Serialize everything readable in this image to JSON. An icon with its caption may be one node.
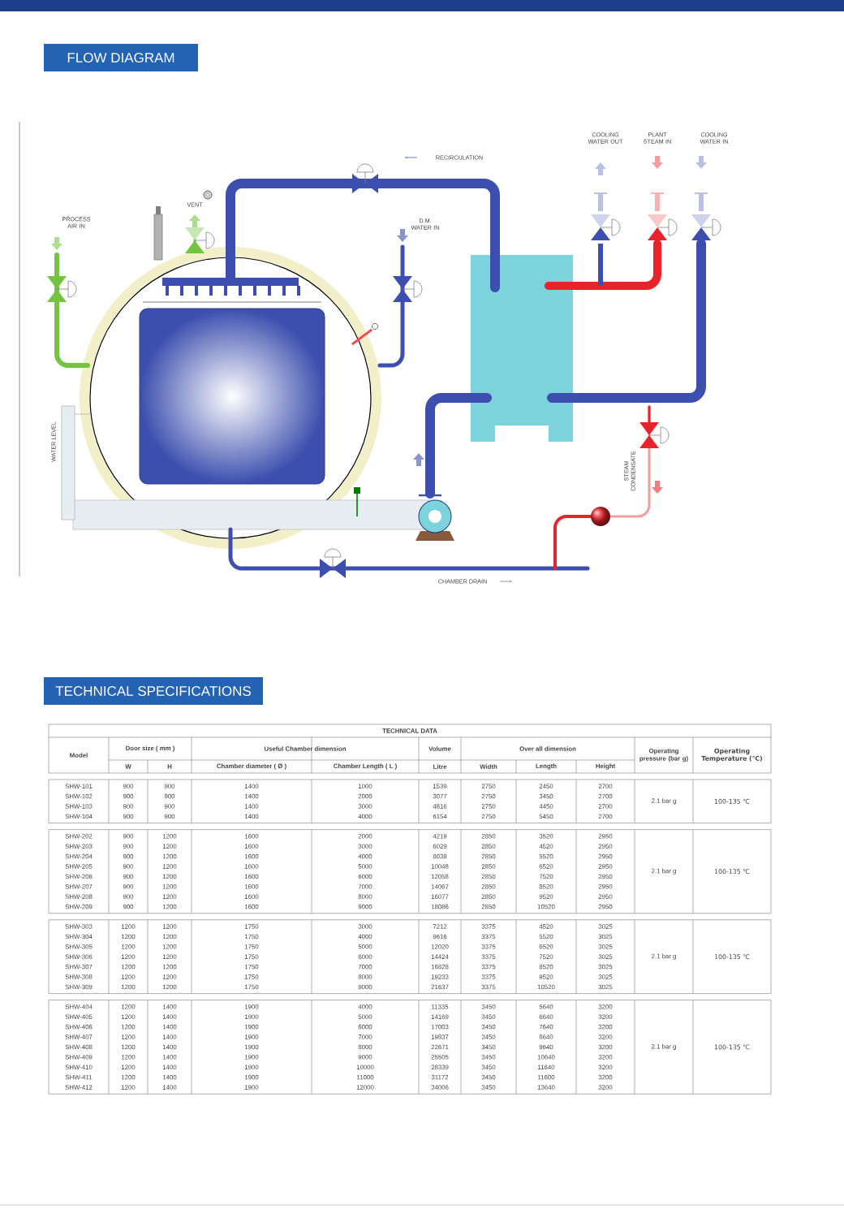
{
  "diagram": {
    "nodes": [
      {
        "text": [
          "FLOW DIAGRAM"
        ]
      },
      {
        "text": [
          "TECHNICAL SPECIFICATIONS"
        ]
      }
    ],
    "labels": [
      "RECIRCULATION",
      "COOLING WATER OUT",
      "PLANT STEAM IN",
      "COOLING WATER IN",
      "PROCESS AIR IN",
      "VENT",
      "D.M. WATER IN",
      "WATER LEVEL",
      "STEAM CONDENSATE",
      "CHAMBER DRAIN",
      "TECHNICAL DATA",
      "Model",
      "Door size ( mm )",
      "Useful Chamber dimension",
      "Volume",
      "Over all dimension",
      "Operating pressure (bar g)",
      "Operating Temperature (℃)",
      "W",
      "H",
      "Chamber diameter ( Ø )",
      "Chamber Length ( L )",
      "Litre",
      "Width",
      "Length",
      "Height",
      "SHW-101",
      "900",
      "900",
      "1400",
      "1000",
      "1539",
      "2750",
      "2450",
      "2700",
      "SHW-102",
      "900",
      "900",
      "1400",
      "2000",
      "3077",
      "2750",
      "3450",
      "2700",
      "SHW-103",
      "900",
      "900",
      "1400",
      "3000",
      "4816",
      "2750",
      "4450",
      "2700",
      "SHW-104",
      "900",
      "900",
      "1400",
      "4000",
      "6154",
      "2750",
      "5450",
      "2700",
      "2.1 bar g",
      "100-135 ℃",
      "SHW-202",
      "900",
      "1200",
      "1600",
      "2000",
      "4219",
      "2850",
      "3520",
      "2950",
      "SHW-203",
      "900",
      "1200",
      "1600",
      "3000",
      "6029",
      "2850",
      "4520",
      "2950",
      "SHW-204",
      "900",
      "1200",
      "1600",
      "4000",
      "8038",
      "2850",
      "5520",
      "2950",
      "SHW-205",
      "900",
      "1200",
      "1600",
      "5000",
      "10048",
      "2850",
      "6520",
      "2950",
      "SHW-206",
      "900",
      "1200",
      "1600",
      "6000",
      "12058",
      "2850",
      "7520",
      "2950",
      "SHW-207",
      "900",
      "1200",
      "1600",
      "7000",
      "14067",
      "2850",
      "8520",
      "2950",
      "SHW-208",
      "900",
      "1200",
      "1600",
      "8000",
      "16077",
      "2850",
      "9520",
      "2950",
      "SHW-209",
      "900",
      "1200",
      "1600",
      "9000",
      "18086",
      "2850",
      "10520",
      "2950",
      "2.1 bar g",
      "100-135 ℃",
      "SHW-303",
      "1200",
      "1200",
      "1750",
      "3000",
      "7212",
      "3375",
      "4520",
      "3025",
      "SHW-304",
      "1200",
      "1200",
      "1750",
      "4000",
      "9616",
      "3375",
      "5520",
      "3025",
      "SHW-305",
      "1200",
      "1200",
      "1750",
      "5000",
      "12020",
      "3375",
      "6520",
      "3025",
      "SHW-306",
      "1200",
      "1200",
      "1750",
      "6000",
      "14424",
      "3375",
      "7520",
      "3025",
      "SHW-307",
      "1200",
      "1200",
      "1750",
      "7000",
      "16828",
      "3375",
      "8520",
      "3025",
      "SHW-308",
      "1200",
      "1200",
      "1750",
      "8000",
      "19233",
      "3375",
      "9520",
      "3025",
      "SHW-309",
      "1200",
      "1200",
      "1750",
      "9000",
      "21637",
      "3375",
      "10520",
      "3025",
      "2.1 bar g",
      "100-135 ℃",
      "SHW-404",
      "1200",
      "1400",
      "1900",
      "4000",
      "11335",
      "3450",
      "5640",
      "3200",
      "SHW-405",
      "1200",
      "1400",
      "1900",
      "5000",
      "14169",
      "3450",
      "6640",
      "3200",
      "SHW-406",
      "1200",
      "1400",
      "1900",
      "6000",
      "17003",
      "3450",
      "7640",
      "3200",
      "SHW-407",
      "1200",
      "1400",
      "1900",
      "7000",
      "19837",
      "3450",
      "8640",
      "3200",
      "SHW-408",
      "1200",
      "1400",
      "1900",
      "8000",
      "22671",
      "3450",
      "9640",
      "3200",
      "SHW-409",
      "1200",
      "1400",
      "1900",
      "9000",
      "25505",
      "3450",
      "10640",
      "3200",
      "SHW-410",
      "1200",
      "1400",
      "1900",
      "10000",
      "28339",
      "3450",
      "11640",
      "3200",
      "SHW-411",
      "1200",
      "1400",
      "1900",
      "11000",
      "31172",
      "3450",
      "11600",
      "3200",
      "SHW-412",
      "1200",
      "1400",
      "1900",
      "12000",
      "34006",
      "3450",
      "13640",
      "3200",
      "2.1 bar g",
      "100-135 ℃"
    ]
  }
}
